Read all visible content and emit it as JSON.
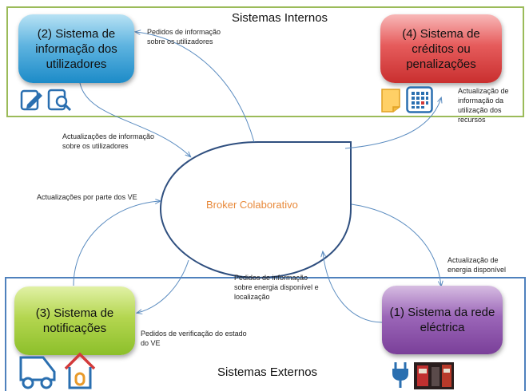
{
  "groups": {
    "internal_title": "Sistemas Internos",
    "external_title": "Sistemas Externos"
  },
  "systems": {
    "users": [
      "(2) Sistema de",
      "informação dos",
      "utilizadores"
    ],
    "credits": [
      "(4) Sistema de",
      "créditos ou",
      "penalizações"
    ],
    "notifications": [
      "(3) Sistema de",
      "notificações"
    ],
    "grid": [
      "(1) Sistema da rede",
      "eléctrica"
    ]
  },
  "broker": "Broker Colaborativo",
  "labels": {
    "requests_users": [
      "Pedidos de informação",
      "sobre os utilizadores"
    ],
    "updates_users": [
      "Actualizações de informação",
      "sobre os utilizadores"
    ],
    "updates_resources": [
      "Actualização de",
      "informação da",
      "utilização dos",
      "recursos"
    ],
    "updates_ve": "Actualizações por parte dos VE",
    "requests_energy": [
      "Pedidos de informação",
      "sobre energia disponível e",
      "localização"
    ],
    "update_energy": [
      "Actualização de",
      "energia disponível"
    ],
    "verify_ve": [
      "Pedidos de verificação do estado",
      "do VE"
    ]
  },
  "icons": [
    "edit-document-icon",
    "search-document-icon",
    "note-icon",
    "calendar-grid-icon",
    "vehicle-icon",
    "home-icon",
    "power-plug-icon",
    "ev-charging-station-photo"
  ]
}
